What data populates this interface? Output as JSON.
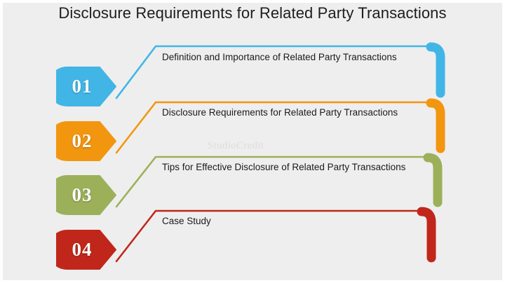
{
  "slide": {
    "title": "Disclosure Requirements for Related Party Transactions",
    "watermark": "StudioCredit",
    "background_color": "#efeeee",
    "title_color": "#1d1d1d"
  },
  "rows": [
    {
      "number": "01",
      "text": "Definition and Importance of Related Party Transactions",
      "color": "#41b6e6",
      "badge_name": "step-badge-01"
    },
    {
      "number": "02",
      "text": "Disclosure Requirements for Related Party Transactions",
      "color": "#f3960f",
      "badge_name": "step-badge-02"
    },
    {
      "number": "03",
      "text": "Tips for Effective Disclosure of Related Party Transactions",
      "color": "#9cb05a",
      "badge_name": "step-badge-03"
    },
    {
      "number": "04",
      "text": "Case Study",
      "color": "#c0271a",
      "badge_name": "step-badge-04"
    }
  ]
}
